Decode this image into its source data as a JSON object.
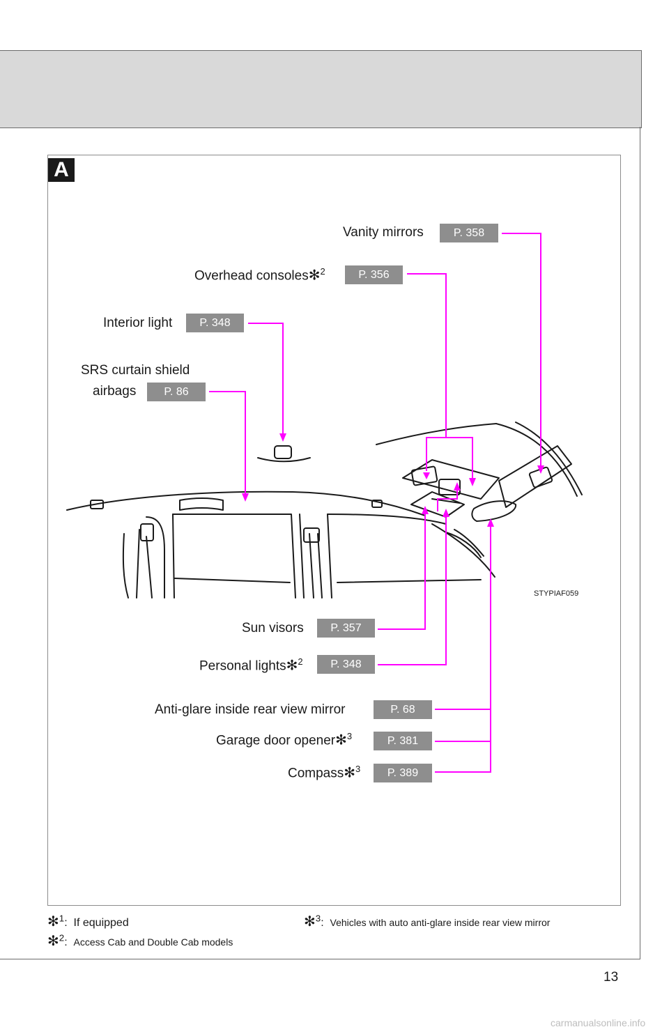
{
  "section_label": "A",
  "callouts": {
    "vanity_mirrors": {
      "label": "Vanity mirrors",
      "page": "P. 358"
    },
    "overhead_consoles": {
      "label": "Overhead consoles",
      "note": "2",
      "page": "P. 356"
    },
    "interior_light": {
      "label": "Interior light",
      "page": "P. 348"
    },
    "srs_airbags": {
      "label_line1": "SRS curtain shield",
      "label_line2": "airbags",
      "page": "P. 86"
    },
    "sun_visors": {
      "label": "Sun visors",
      "page": "P. 357"
    },
    "personal_lights": {
      "label": "Personal lights",
      "note": "2",
      "page": "P. 348"
    },
    "anti_glare_mirror": {
      "label": "Anti-glare inside rear view mirror",
      "page": "P. 68"
    },
    "garage_door_opener": {
      "label": "Garage door opener",
      "note": "3",
      "page": "P. 381"
    },
    "compass": {
      "label": "Compass",
      "note": "3",
      "page": "P. 389"
    }
  },
  "figure_code": "STYPIAF059",
  "footnotes": {
    "fn1": {
      "num": "1",
      "text": "If equipped"
    },
    "fn2": {
      "num": "2",
      "text": "Access Cab and Double Cab models"
    },
    "fn3": {
      "num": "3",
      "text": "Vehicles with auto anti-glare inside rear view mirror"
    }
  },
  "page_number": "13",
  "watermark": "carmanualsonline.info",
  "colors": {
    "leader": "#ff00ff",
    "ref_badge": "#8e8e8e",
    "header_band": "#d9d9d9"
  }
}
